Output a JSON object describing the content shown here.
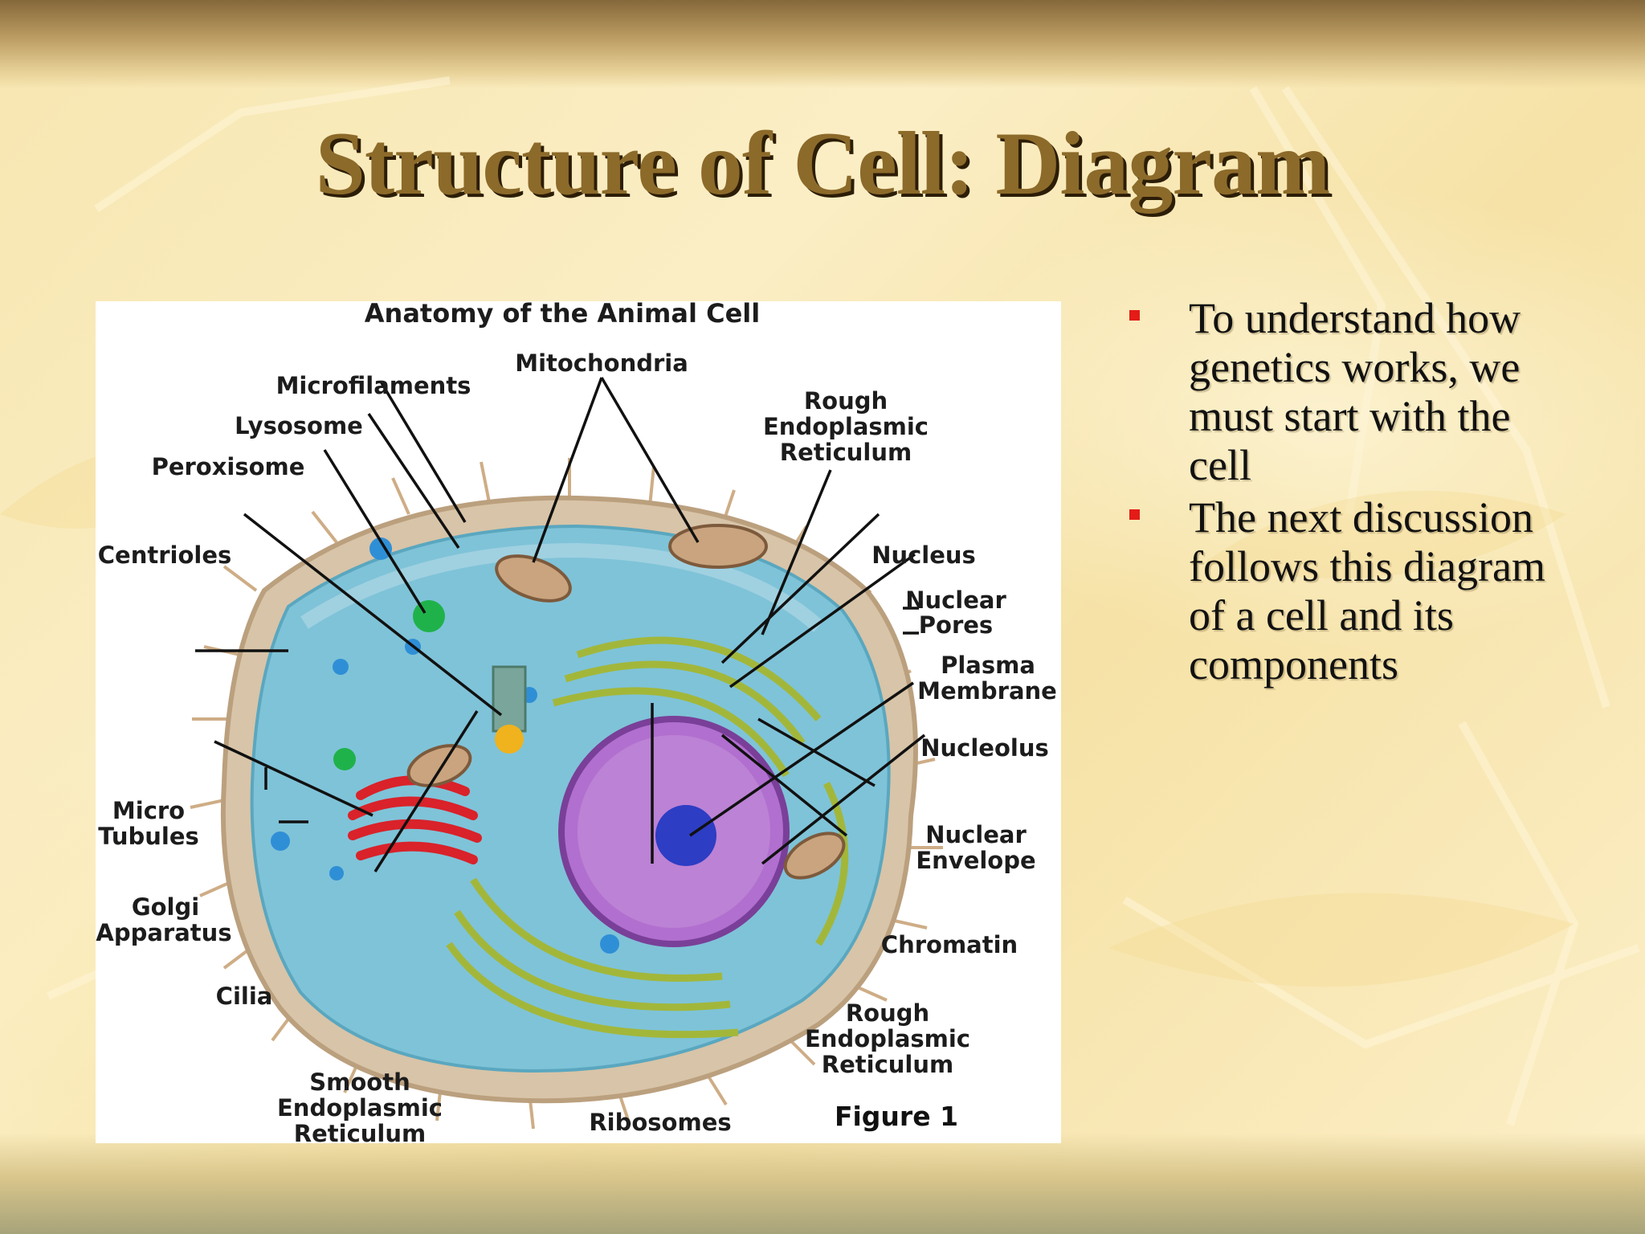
{
  "colors": {
    "title": "#8c6a2a",
    "bullet": "#e41b17"
  },
  "slide": {
    "title": "Structure of Cell: Diagram"
  },
  "figure": {
    "heading": "Anatomy of the Animal Cell",
    "caption": "Figure 1",
    "labels": {
      "microfilaments": "Microfilaments",
      "mitochondria": "Mitochondria",
      "lysosome": "Lysosome",
      "peroxisome": "Peroxisome",
      "centrioles": "Centrioles",
      "rough_er_top_1": "Rough",
      "rough_er_top_2": "Endoplasmic",
      "rough_er_top_3": "Reticulum",
      "nucleus": "Nucleus",
      "nuclear_pores_1": "Nuclear",
      "nuclear_pores_2": "Pores",
      "plasma_membrane_1": "Plasma",
      "plasma_membrane_2": "Membrane",
      "nucleolus": "Nucleolus",
      "micro_tubules_1": "Micro",
      "micro_tubules_2": "Tubules",
      "nuclear_envelope_1": "Nuclear",
      "nuclear_envelope_2": "Envelope",
      "golgi_1": "Golgi",
      "golgi_2": "Apparatus",
      "chromatin": "Chromatin",
      "cilia": "Cilia",
      "rough_er_bottom_1": "Rough",
      "rough_er_bottom_2": "Endoplasmic",
      "rough_er_bottom_3": "Reticulum",
      "smooth_er_1": "Smooth",
      "smooth_er_2": "Endoplasmic",
      "smooth_er_3": "Reticulum",
      "ribosomes": "Ribosomes"
    }
  },
  "bullets": [
    "To understand how genetics works, we must start with the cell",
    "The next discussion follows this diagram of a cell and its components"
  ]
}
